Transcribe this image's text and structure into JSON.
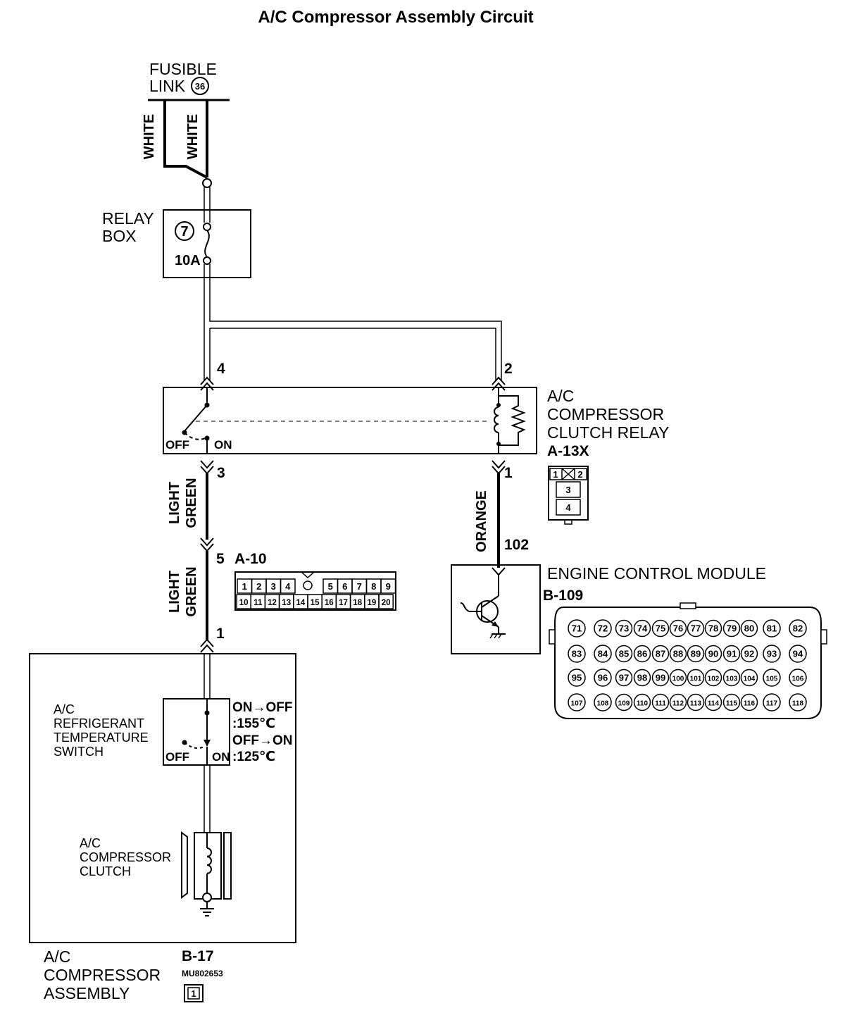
{
  "title": "A/C Compressor Assembly Circuit",
  "fusible_link": {
    "line1": "FUSIBLE",
    "line2": "LINK",
    "number": "36"
  },
  "wires": {
    "white_left": "WHITE",
    "white_right": "WHITE",
    "light_green_upper": [
      "LIGHT",
      "GREEN"
    ],
    "light_green_lower": [
      "LIGHT",
      "GREEN"
    ],
    "orange": "ORANGE"
  },
  "relay_box": {
    "line1": "RELAY",
    "line2": "BOX",
    "fuse_number": "7",
    "fuse_rating": "10A"
  },
  "pins": {
    "p4": "4",
    "p2": "2",
    "p3": "3",
    "p1_relay": "1",
    "p5": "5",
    "p1_comp": "1",
    "p102": "102"
  },
  "clutch_relay": {
    "line1": "A/C",
    "line2": "COMPRESSOR",
    "line3": "CLUTCH RELAY",
    "connector": "A-13X",
    "off": "OFF",
    "on": "ON",
    "connector_pins": [
      "1",
      "2",
      "3",
      "4"
    ]
  },
  "connector_a10": {
    "id": "A-10",
    "row1": [
      "1",
      "2",
      "3",
      "4",
      "5",
      "6",
      "7",
      "8",
      "9"
    ],
    "row2": [
      "10",
      "11",
      "12",
      "13",
      "14",
      "15",
      "16",
      "17",
      "18",
      "19",
      "20"
    ]
  },
  "ecm": {
    "title": "ENGINE CONTROL MODULE",
    "connector": "B-109",
    "rows": [
      [
        "71",
        "72",
        "73",
        "74",
        "75",
        "76",
        "77",
        "78",
        "79",
        "80",
        "81",
        "82"
      ],
      [
        "83",
        "84",
        "85",
        "86",
        "87",
        "88",
        "89",
        "90",
        "91",
        "92",
        "93",
        "94"
      ],
      [
        "95",
        "96",
        "97",
        "98",
        "99",
        "100",
        "101",
        "102",
        "103",
        "104",
        "105",
        "106"
      ],
      [
        "107",
        "108",
        "109",
        "110",
        "111",
        "112",
        "113",
        "114",
        "115",
        "116",
        "117",
        "118"
      ]
    ]
  },
  "temp_switch": {
    "lines": [
      "A/C",
      "REFRIGERANT",
      "TEMPERATURE",
      "SWITCH"
    ],
    "off": "OFF",
    "on": "ON",
    "spec1": "ON→OFF",
    "spec1_val": ":155℃",
    "spec2": "OFF→ON",
    "spec2_val": ":125℃"
  },
  "compressor_clutch": {
    "lines": [
      "A/C",
      "COMPRESSOR",
      "CLUTCH"
    ]
  },
  "compressor_assembly": {
    "lines": [
      "A/C",
      "COMPRESSOR",
      "ASSEMBLY"
    ],
    "connector": "B-17",
    "part_number": "MU802653",
    "connector_pin": "1"
  }
}
